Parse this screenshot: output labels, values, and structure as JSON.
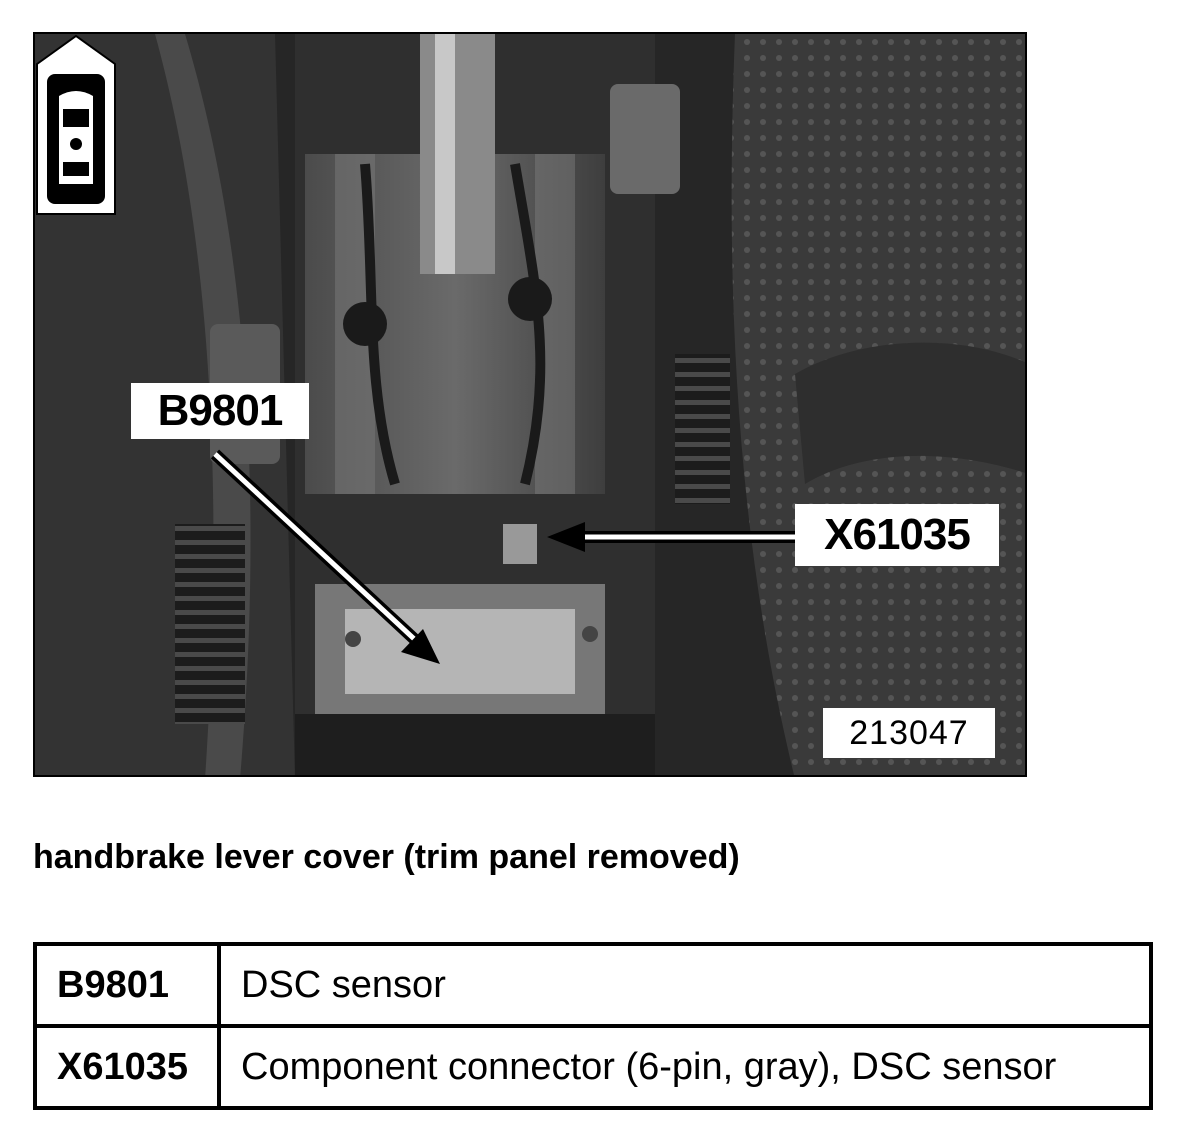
{
  "figure": {
    "callout_b": "B9801",
    "callout_x": "X61035",
    "image_number": "213047",
    "view_icon": "car-top-view-icon"
  },
  "caption": "handbrake lever cover (trim panel removed)",
  "legend": [
    {
      "code": "B9801",
      "description": "DSC sensor"
    },
    {
      "code": "X61035",
      "description": "Component connector (6-pin, gray), DSC sensor"
    }
  ]
}
